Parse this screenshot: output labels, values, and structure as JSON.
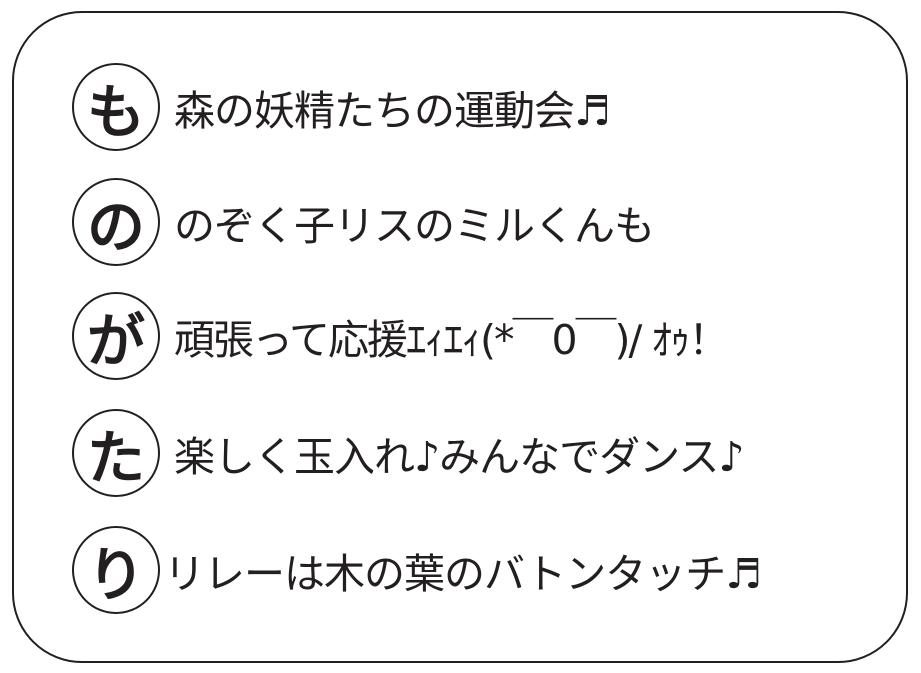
{
  "poem": [
    {
      "initial": "も",
      "text": "森の妖精たちの運動会♬"
    },
    {
      "initial": "の",
      "text": "のぞく子リスのミルくんも"
    },
    {
      "initial": "が",
      "text": "頑張って応援ｴｨｴｨ(*￣0￣)/ ｵｩ！"
    },
    {
      "initial": "た",
      "text": "楽しく玉入れ♪みんなでダンス♪"
    },
    {
      "initial": "り",
      "text": "リレーは木の葉のバトンタッチ♬"
    }
  ]
}
